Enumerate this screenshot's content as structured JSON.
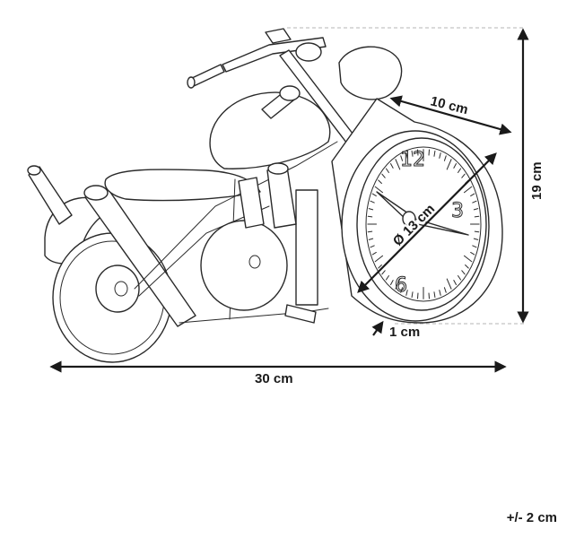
{
  "dimensions": {
    "width_total": "30 cm",
    "height_total": "19 cm",
    "clock_depth": "10 cm",
    "clock_diameter": "Ø 13 cm",
    "bezel": "1 cm"
  },
  "tolerance": "+/- 2 cm",
  "dial": {
    "numerals": [
      "12",
      "3",
      "6"
    ]
  },
  "colors": {
    "line": "#2a2a2a",
    "dimension": "#1a1a1a",
    "guide": "#b5b5b5"
  }
}
